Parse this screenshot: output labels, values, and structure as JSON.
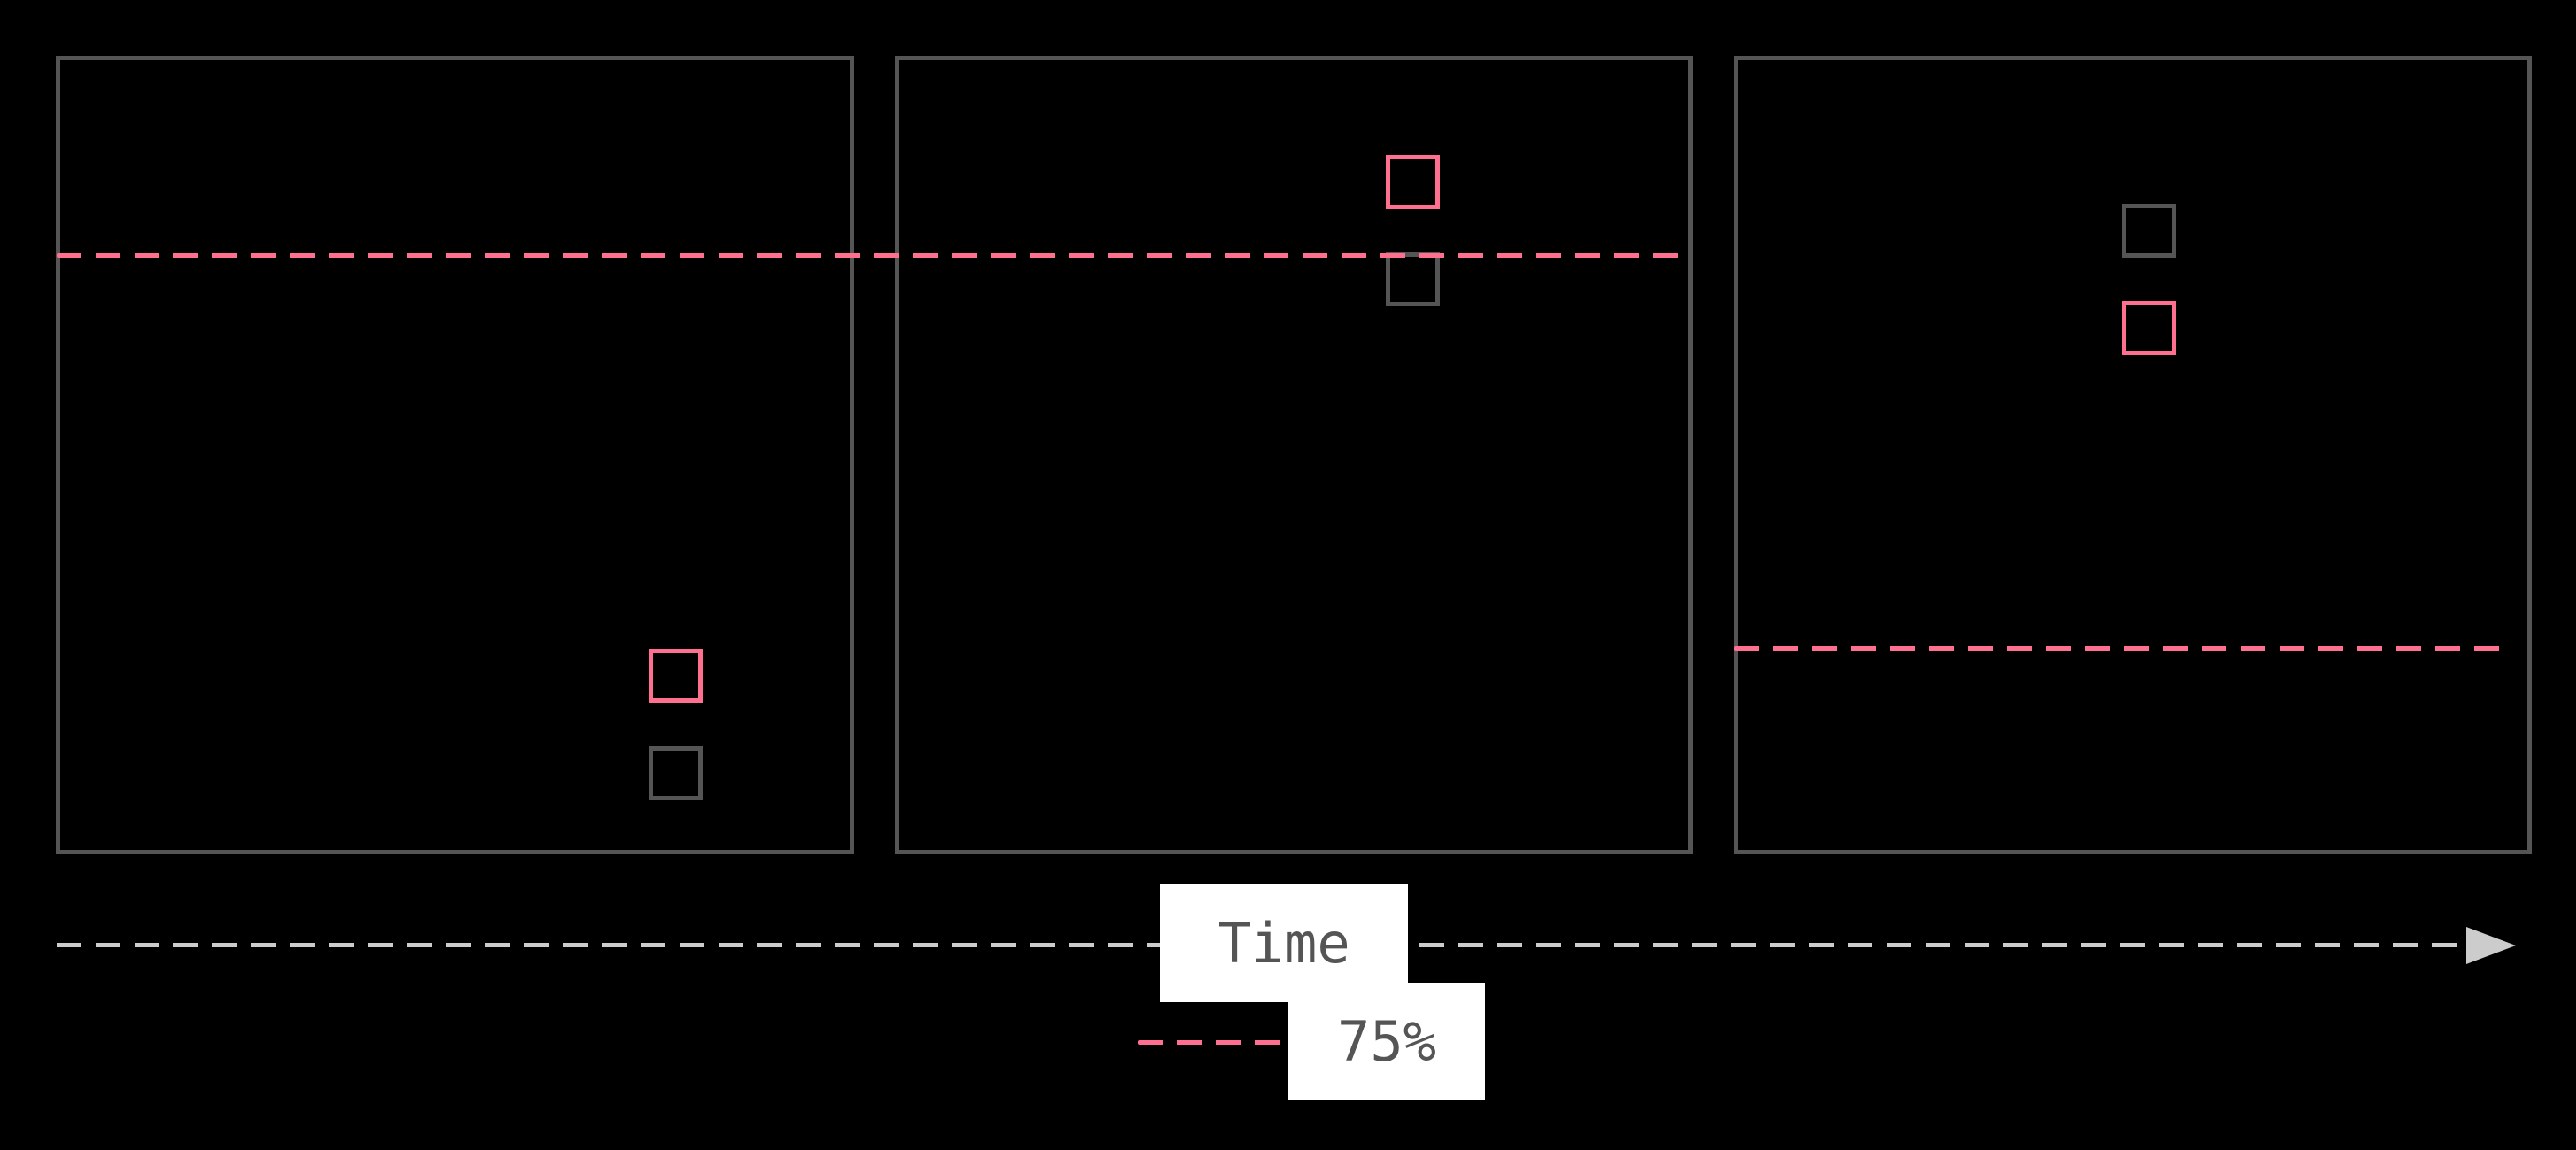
{
  "diagram": {
    "colors": {
      "background": "#000000",
      "panel_border": "#555555",
      "highlight": "#ff7090",
      "axis": "#cccccc",
      "label_bg": "#ffffff",
      "label_text": "#555555"
    },
    "panels": [
      {
        "id": 1,
        "threshold_line": {
          "style": "dashed",
          "color": "#ff7090",
          "position": "upper"
        },
        "markers": [
          {
            "type": "square",
            "color": "pink",
            "position": "lower-right"
          },
          {
            "type": "square",
            "color": "grey",
            "position": "bottom-right"
          }
        ]
      },
      {
        "id": 2,
        "threshold_line": {
          "style": "dashed",
          "color": "#ff7090",
          "position": "upper"
        },
        "markers": [
          {
            "type": "square",
            "color": "pink",
            "position": "top"
          },
          {
            "type": "square",
            "color": "grey",
            "position": "top, below threshold"
          }
        ]
      },
      {
        "id": 3,
        "threshold_line": {
          "style": "dashed",
          "color": "#ff7090",
          "position": "lower"
        },
        "markers": [
          {
            "type": "square",
            "color": "grey",
            "position": "top"
          },
          {
            "type": "square",
            "color": "pink",
            "position": "upper"
          }
        ]
      }
    ],
    "axis": {
      "label": "Time",
      "direction": "right",
      "icon": "arrow-right-icon"
    },
    "legend": {
      "line_style": "dashed",
      "color": "#ff7090",
      "label": "75%"
    }
  }
}
